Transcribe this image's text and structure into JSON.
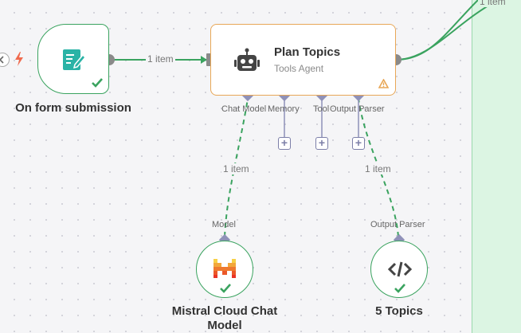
{
  "colors": {
    "success": "#3aa35f",
    "warning": "#e8a757",
    "port": "#8f91b8",
    "wire": "#3aa35f"
  },
  "wire_labels": {
    "trigger_to_agent": "1 item",
    "model_to_agent": "1 item",
    "parser_to_agent": "1 item",
    "agent_out": "1 item"
  },
  "nodes": {
    "trigger": {
      "title": "On form submission",
      "icon": "form-edit-icon",
      "status": "success"
    },
    "agent": {
      "title": "Plan Topics",
      "subtitle": "Tools Agent",
      "icon": "robot-icon",
      "status": "warning",
      "ports": {
        "chat_model": "Chat Model",
        "memory": "Memory",
        "tool": "Tool",
        "output_parser": "Output Parser"
      }
    },
    "mistral": {
      "title_line1": "Mistral Cloud Chat",
      "title_line2": "Model",
      "port_label": "Model",
      "icon": "mistral-logo-icon",
      "status": "success"
    },
    "topics": {
      "title": "5 Topics",
      "port_label": "Output Parser",
      "icon": "code-icon",
      "status": "success"
    }
  },
  "add_buttons": {
    "memory": "+",
    "tool": "+",
    "output_parser": "+"
  }
}
